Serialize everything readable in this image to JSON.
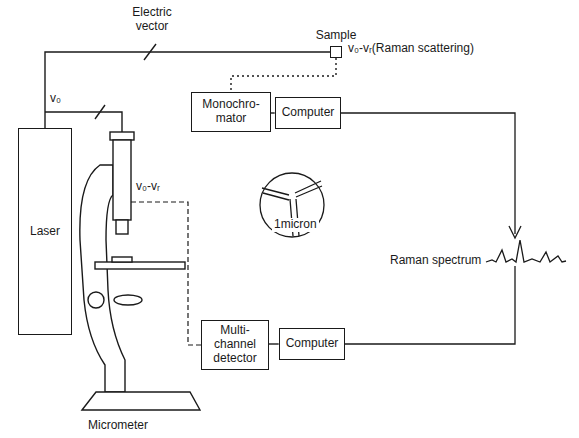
{
  "diagram": {
    "nodes": [
      {
        "text": [
          "Laser"
        ]
      },
      {
        "text": [
          "Sample"
        ]
      },
      {
        "text": [
          "Monochro- mator"
        ]
      },
      {
        "text": [
          "Computer"
        ]
      },
      {
        "text": [
          "Multi- channel detector"
        ]
      },
      {
        "text": [
          "Computer"
        ]
      }
    ],
    "edges": [
      {
        "from": 0,
        "to": 1,
        "arrow": "none"
      },
      {
        "from": 1,
        "to": 2,
        "label": "v₀-vᵣ(Raman scattering)",
        "arrow": "none"
      },
      {
        "from": 2,
        "to": 3,
        "arrow": "none"
      },
      {
        "from": 4,
        "to": 5,
        "arrow": "none"
      }
    ],
    "labels": [
      "Electric vector",
      "v₀",
      "1micron",
      "v₀-vᵣ",
      "Raman spectrum",
      "Micrometer"
    ]
  }
}
